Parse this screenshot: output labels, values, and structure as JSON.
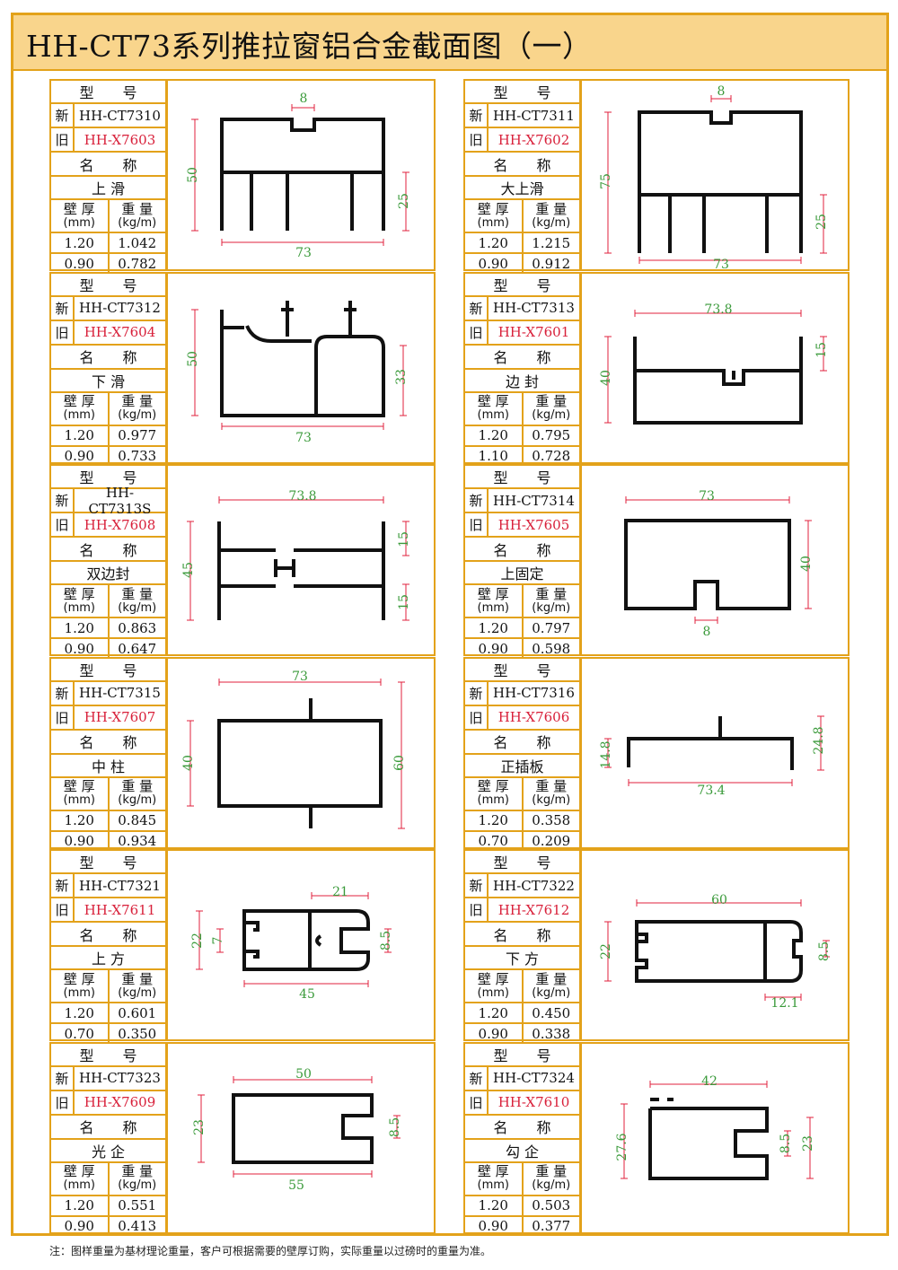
{
  "title": "HH-CT73系列推拉窗铝合金截面图（一）",
  "labels": {
    "model": "型　　号",
    "name": "名　　称",
    "new": "新",
    "old": "旧",
    "thickness": "壁 厚",
    "thickness_unit": "(mm)",
    "weight": "重 量",
    "weight_unit": "(kg/m)"
  },
  "colors": {
    "border": "#E3A21A",
    "header": "#F9D58C",
    "old_code": "#D8203A",
    "dim_line": "#E0203C",
    "dim_text": "#3A9A3A"
  },
  "items": [
    {
      "new": "HH-CT7310",
      "old": "HH-X7603",
      "name": "上 滑",
      "rows": [
        [
          "1.20",
          "1.042"
        ],
        [
          "0.90",
          "0.782"
        ]
      ],
      "dims": [
        "8",
        "50",
        "25",
        "73"
      ]
    },
    {
      "new": "HH-CT7311",
      "old": "HH-X7602",
      "name": "大上滑",
      "rows": [
        [
          "1.20",
          "1.215"
        ],
        [
          "0.90",
          "0.912"
        ]
      ],
      "dims": [
        "8",
        "75",
        "25",
        "73"
      ]
    },
    {
      "new": "HH-CT7312",
      "old": "HH-X7604",
      "name": "下 滑",
      "rows": [
        [
          "1.20",
          "0.977"
        ],
        [
          "0.90",
          "0.733"
        ]
      ],
      "dims": [
        "50",
        "33",
        "73"
      ]
    },
    {
      "new": "HH-CT7313",
      "old": "HH-X7601",
      "name": "边 封",
      "rows": [
        [
          "1.20",
          "0.795"
        ],
        [
          "1.10",
          "0.728"
        ]
      ],
      "dims": [
        "73.8",
        "40",
        "15"
      ]
    },
    {
      "new": "HH-CT7313S",
      "old": "HH-X7608",
      "name": "双边封",
      "rows": [
        [
          "1.20",
          "0.863"
        ],
        [
          "0.90",
          "0.647"
        ]
      ],
      "dims": [
        "73.8",
        "45",
        "15",
        "15"
      ]
    },
    {
      "new": "HH-CT7314",
      "old": "HH-X7605",
      "name": "上固定",
      "rows": [
        [
          "1.20",
          "0.797"
        ],
        [
          "0.90",
          "0.598"
        ]
      ],
      "dims": [
        "73",
        "40",
        "8"
      ]
    },
    {
      "new": "HH-CT7315",
      "old": "HH-X7607",
      "name": "中 柱",
      "rows": [
        [
          "1.20",
          "0.845"
        ],
        [
          "0.90",
          "0.934"
        ]
      ],
      "dims": [
        "73",
        "40",
        "60"
      ]
    },
    {
      "new": "HH-CT7316",
      "old": "HH-X7606",
      "name": "正插板",
      "rows": [
        [
          "1.20",
          "0.358"
        ],
        [
          "0.70",
          "0.209"
        ]
      ],
      "dims": [
        "14.8",
        "24.8",
        "73.4"
      ]
    },
    {
      "new": "HH-CT7321",
      "old": "HH-X7611",
      "name": "上 方",
      "rows": [
        [
          "1.20",
          "0.601"
        ],
        [
          "0.70",
          "0.350"
        ]
      ],
      "dims": [
        "21",
        "22",
        "7",
        "8.5",
        "45"
      ]
    },
    {
      "new": "HH-CT7322",
      "old": "HH-X7612",
      "name": "下 方",
      "rows": [
        [
          "1.20",
          "0.450"
        ],
        [
          "0.90",
          "0.338"
        ]
      ],
      "dims": [
        "60",
        "22",
        "8.5",
        "12.1"
      ]
    },
    {
      "new": "HH-CT7323",
      "old": "HH-X7609",
      "name": "光 企",
      "rows": [
        [
          "1.20",
          "0.551"
        ],
        [
          "0.90",
          "0.413"
        ]
      ],
      "dims": [
        "50",
        "23",
        "8.5",
        "55"
      ]
    },
    {
      "new": "HH-CT7324",
      "old": "HH-X7610",
      "name": "勾 企",
      "rows": [
        [
          "1.20",
          "0.503"
        ],
        [
          "0.90",
          "0.377"
        ]
      ],
      "dims": [
        "42",
        "27.6",
        "8.5",
        "23"
      ]
    }
  ],
  "footnote": "注：图样重量为基材理论重量，客户可根据需要的壁厚订购，实际重量以过磅时的重量为准。"
}
